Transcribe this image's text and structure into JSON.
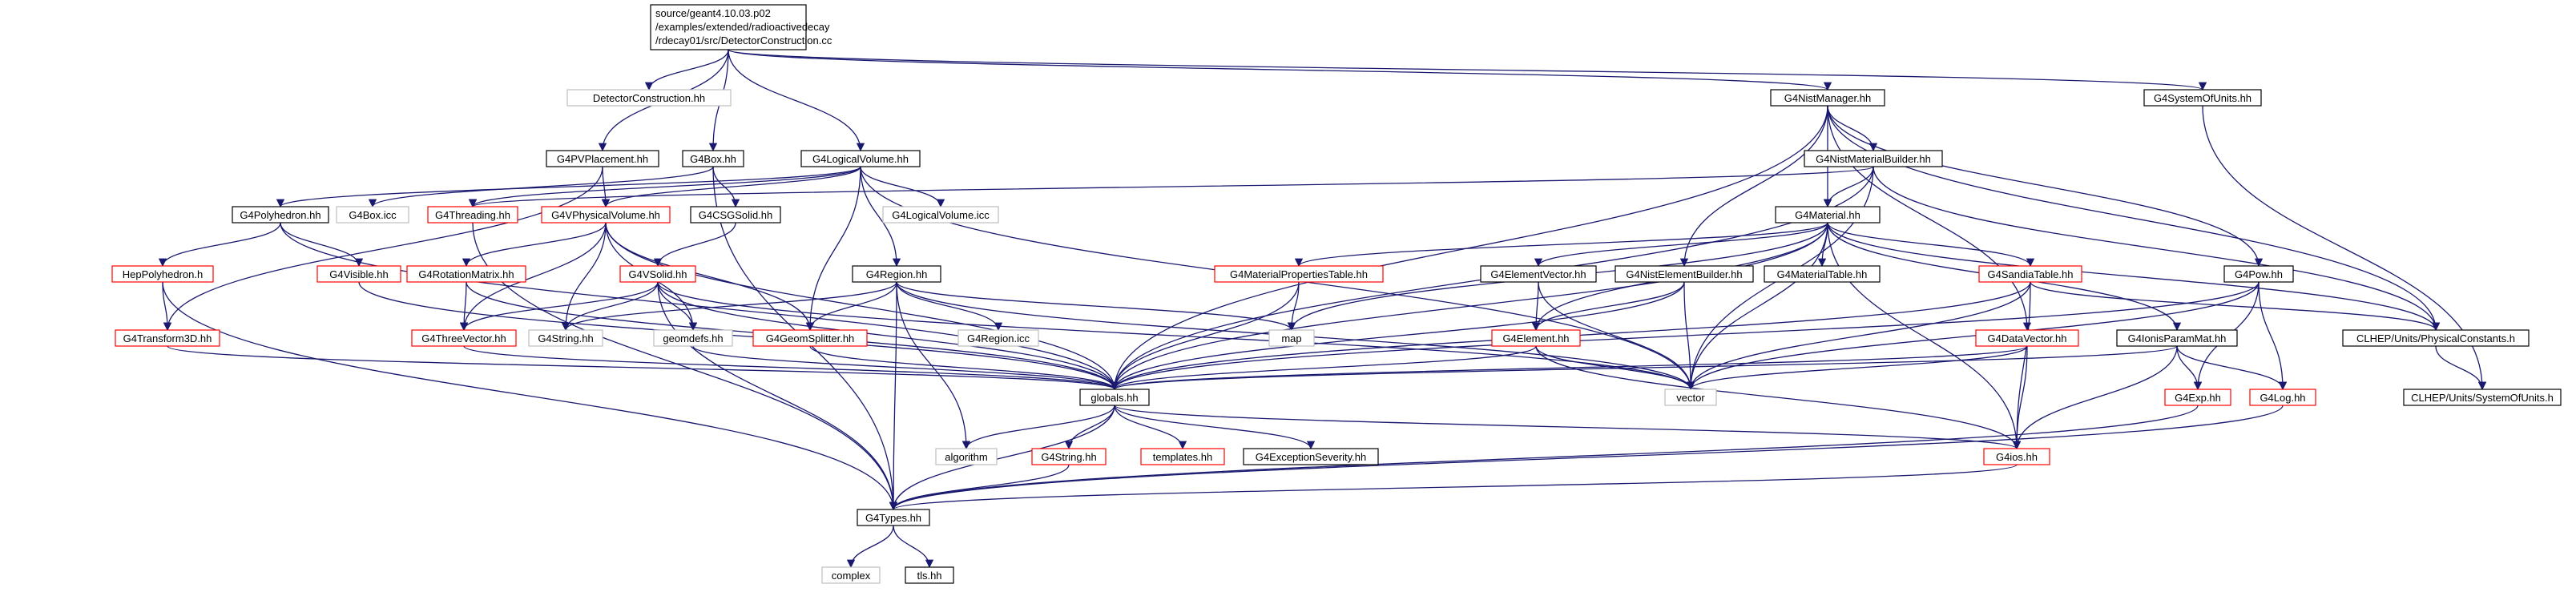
{
  "root": {
    "lines": [
      "source/geant4.10.03.p02",
      "/examples/extended/radioactivedecay",
      "/rdecay01/src/DetectorConstruction.cc"
    ]
  },
  "nodes": {
    "detcons_hh": "DetectorConstruction.hh",
    "pvplacement": "G4PVPlacement.hh",
    "box": "G4Box.hh",
    "logvol": "G4LogicalVolume.hh",
    "nistmgr": "G4NistManager.hh",
    "sysunits": "G4SystemOfUnits.hh",
    "polyhedron": "G4Polyhedron.hh",
    "boxicc": "G4Box.icc",
    "threading": "G4Threading.hh",
    "vphysvol": "G4VPhysicalVolume.hh",
    "csgsolid": "G4CSGSolid.hh",
    "logvolicc": "G4LogicalVolume.icc",
    "nistmatbuilder": "G4NistMaterialBuilder.hh",
    "material": "G4Material.hh",
    "hepPolyhedron": "HepPolyhedron.h",
    "visible": "G4Visible.hh",
    "rotmatrix": "G4RotationMatrix.hh",
    "vsolid": "G4VSolid.hh",
    "region": "G4Region.hh",
    "matproptable": "G4MaterialPropertiesTable.hh",
    "elementvector": "G4ElementVector.hh",
    "nistelembuilder": "G4NistElementBuilder.hh",
    "materialtable": "G4MaterialTable.hh",
    "sandiatable": "G4SandiaTable.hh",
    "pow": "G4Pow.hh",
    "transform3d": "G4Transform3D.hh",
    "threevector": "G4ThreeVector.hh",
    "string_hh": "G4String.hh",
    "geomdefs": "geomdefs.hh",
    "geomsplitter": "G4GeomSplitter.hh",
    "regionicc": "G4Region.icc",
    "map": "map",
    "element": "G4Element.hh",
    "datavector": "G4DataVector.hh",
    "ionisparammat": "G4IonisParamMat.hh",
    "clhep_physconst": "CLHEP/Units/PhysicalConstants.h",
    "clhep_sysunits": "CLHEP/Units/SystemOfUnits.h",
    "vector": "vector",
    "globals": "globals.hh",
    "exp": "G4Exp.hh",
    "log": "G4Log.hh",
    "algorithm": "algorithm",
    "g4string_red": "G4String.hh",
    "templates": "templates.hh",
    "excseverity": "G4ExceptionSeverity.hh",
    "ios": "G4ios.hh",
    "types": "G4Types.hh",
    "complex": "complex",
    "tls": "tls.hh"
  },
  "colors": {
    "edge": "#191970",
    "box_black": "#000000",
    "box_gray": "#bfbfbf",
    "box_red": "#ff0000",
    "root_fill": "#bfbfbf"
  }
}
